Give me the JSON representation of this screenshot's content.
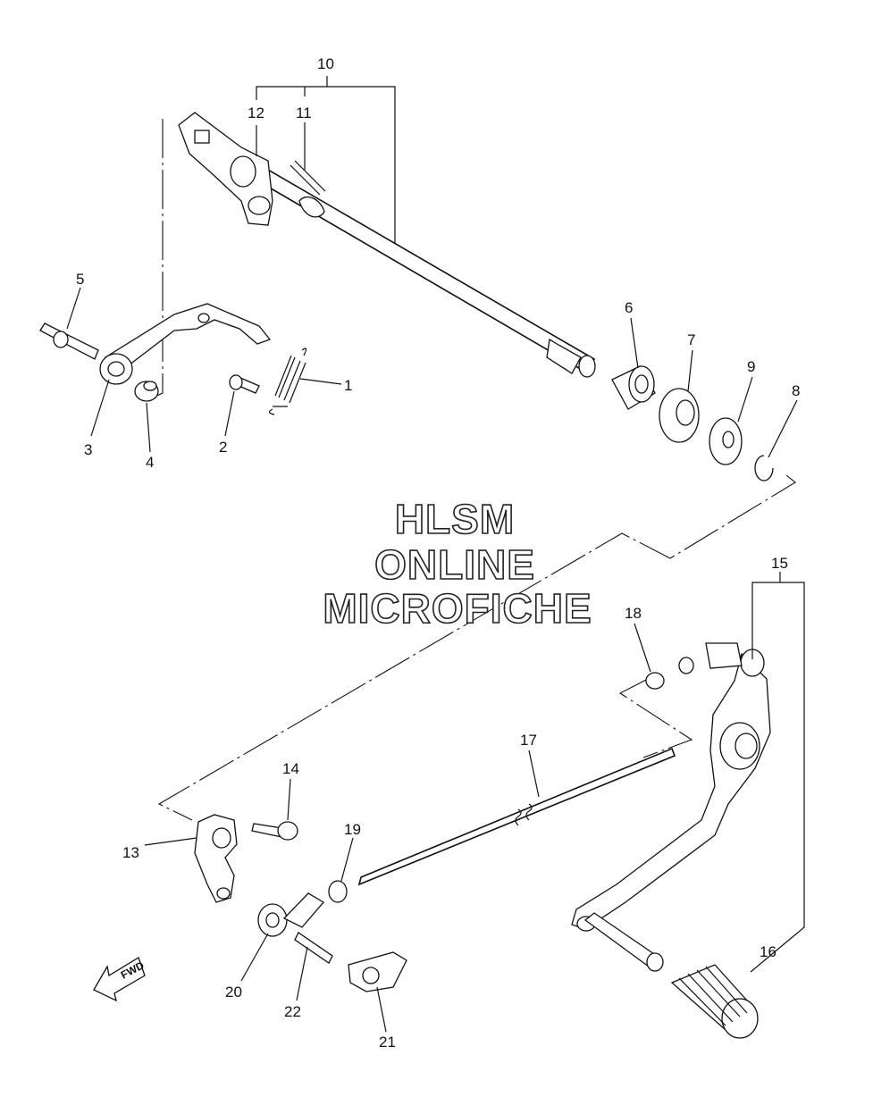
{
  "callouts": {
    "c1": "1",
    "c2": "2",
    "c3": "3",
    "c4": "4",
    "c5": "5",
    "c6": "6",
    "c7": "7",
    "c8": "8",
    "c9": "9",
    "c10": "10",
    "c11": "11",
    "c12": "12",
    "c13": "13",
    "c14": "14",
    "c15": "15",
    "c16": "16",
    "c17": "17",
    "c18": "18",
    "c19": "19",
    "c20": "20",
    "c21": "21",
    "c22": "22"
  },
  "watermark": {
    "line1": "HLSM",
    "line2": "ONLINE",
    "line3": "MICROFICHE"
  },
  "fwd_label": "FWD",
  "colors": {
    "line": "#111111",
    "background": "#ffffff"
  }
}
